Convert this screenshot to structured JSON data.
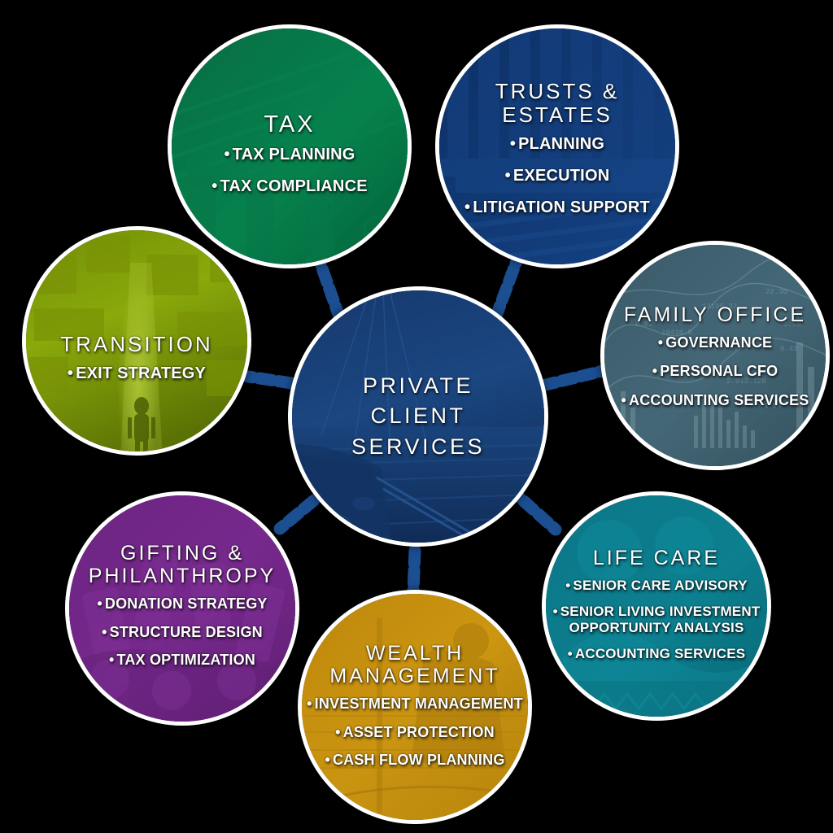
{
  "diagram": {
    "title": "Private Client Services",
    "background_color": "#000000",
    "connector_color": "#1b4f91",
    "ring_color": "#ffffff"
  },
  "center": {
    "id": "private-client-services",
    "title": "PRIVATE\nCLIENT\nSERVICES",
    "color": "#1c4a80",
    "items": []
  },
  "nodes": [
    {
      "id": "tax",
      "title": "TAX",
      "color": "#067a46",
      "items": [
        "TAX PLANNING",
        "TAX COMPLIANCE"
      ]
    },
    {
      "id": "trusts-and-estates",
      "title": "TRUSTS & ESTATES",
      "color": "#103a73",
      "items": [
        "PLANNING",
        "EXECUTION",
        "LITIGATION SUPPORT"
      ]
    },
    {
      "id": "family-office",
      "title": "FAMILY OFFICE",
      "color": "#3e5f6d",
      "items": [
        "GOVERNANCE",
        "PERSONAL CFO",
        "ACCOUNTING SERVICES"
      ]
    },
    {
      "id": "life-care",
      "title": "LIFE CARE",
      "color": "#0b7b8c",
      "items": [
        "SENIOR CARE ADVISORY",
        "SENIOR LIVING INVESTMENT OPPORTUNITY ANALYSIS",
        "ACCOUNTING SERVICES"
      ]
    },
    {
      "id": "wealth-management",
      "title": "WEALTH\nMANAGEMENT",
      "color": "#c89312",
      "items": [
        "INVESTMENT MANAGEMENT",
        "ASSET PROTECTION",
        "CASH FLOW PLANNING"
      ]
    },
    {
      "id": "gifting-and-philanthropy",
      "title": "GIFTING &\nPHILANTHROPY",
      "color": "#6f2585",
      "items": [
        "DONATION STRATEGY",
        "STRUCTURE DESIGN",
        "TAX OPTIMIZATION"
      ]
    },
    {
      "id": "transition",
      "title": "TRANSITION",
      "color": "#7f9c09",
      "items": [
        "EXIT STRATEGY"
      ]
    }
  ],
  "bullet": "•"
}
